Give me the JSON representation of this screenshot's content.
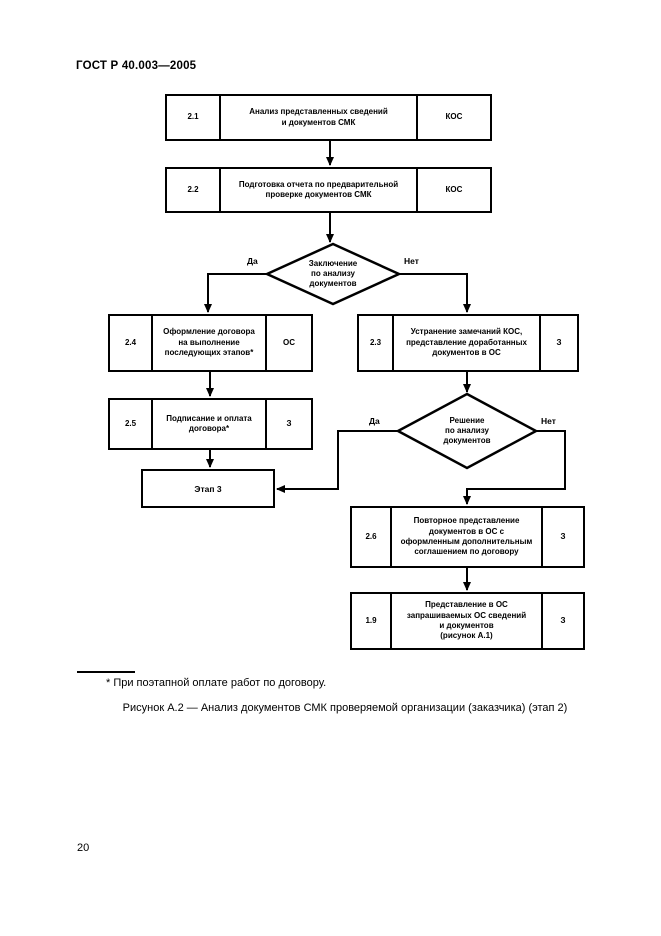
{
  "page": {
    "header": "ГОСТ Р 40.003—2005",
    "footnote": "* При поэтапной оплате работ по договору.",
    "caption": "Рисунок А.2 — Анализ документов СМК проверяемой организации (заказчика) (этап 2)",
    "page_number": "20"
  },
  "colors": {
    "ink": "#000000",
    "paper": "#ffffff"
  },
  "flowchart": {
    "boxes": [
      {
        "num": "2.1",
        "text": "Анализ представленных сведений\nи документов СМК",
        "role": "КОС"
      },
      {
        "num": "2.2",
        "text": "Подготовка отчета по предварительной\nпроверке документов СМК",
        "role": "КОС"
      },
      {
        "num": "2.4",
        "text": "Оформление договора\nна выполнение\nпоследующих этапов*",
        "role": "ОС"
      },
      {
        "num": "2.3",
        "text": "Устранение замечаний КОС,\nпредставление доработанных\nдокументов в ОС",
        "role": "З"
      },
      {
        "num": "2.5",
        "text": "Подписание и оплата\nдоговора*",
        "role": "З"
      },
      {
        "num": "2.6",
        "text": "Повторное представление\nдокументов в ОС с\nоформленным дополнительным\nсоглашением по договору",
        "role": "З"
      },
      {
        "num": "1.9",
        "text": "Представление в ОС\nзапрашиваемых ОС сведений\nи документов\n(рисунок А.1)",
        "role": "З"
      }
    ],
    "stage_box": "Этап 3",
    "decisions": [
      {
        "text": "Заключение\nпо анализу\nдокументов",
        "yes": "Да",
        "no": "Нет"
      },
      {
        "text": "Решение\nпо анализу\nдокументов",
        "yes": "Да",
        "no": "Нет"
      }
    ]
  }
}
